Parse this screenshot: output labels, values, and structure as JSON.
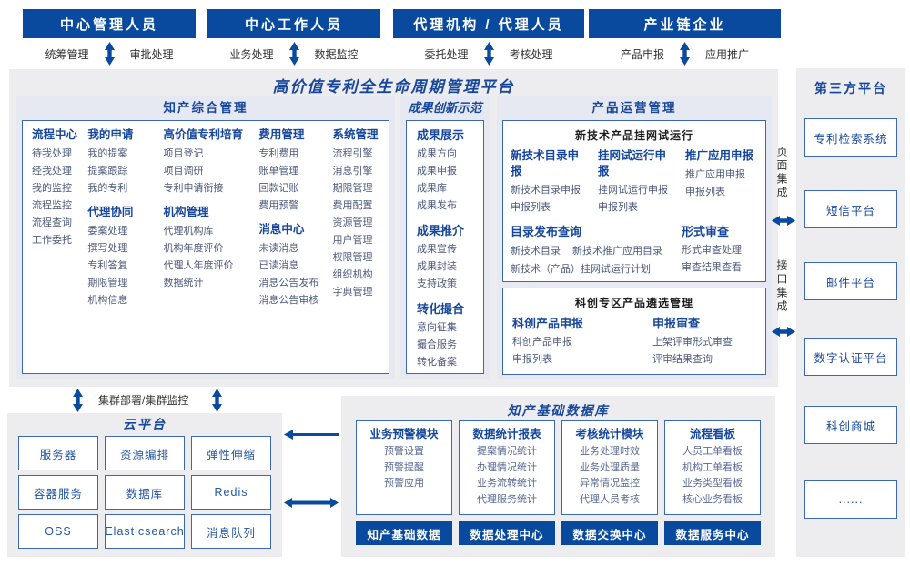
{
  "colors": {
    "primary_blue": "#0a4a9e",
    "heading_blue": "#17479c",
    "item_text": "#4d5b7c",
    "box_border": "#3b69b1",
    "panel_bg": "#e7e9f2",
    "outer_bg": "#ededef"
  },
  "top_actors": [
    {
      "label": "中心管理人员",
      "left": "统筹管理",
      "right": "审批处理"
    },
    {
      "label": "中心工作人员",
      "left": "业务处理",
      "right": "数据监控"
    },
    {
      "label": "代理机构 / 代理人员",
      "left": "委托处理",
      "right": "考核处理"
    },
    {
      "label": "产业链企业",
      "left": "产品申报",
      "right": "应用推广"
    }
  ],
  "platform": {
    "title": "高价值专利全生命周期管理平台",
    "ip": {
      "title": "知产综合管理",
      "columns": [
        {
          "blocks": [
            {
              "header": "流程中心",
              "items": [
                "待我处理",
                "经我处理",
                "我的监控",
                "流程监控",
                "流程查询",
                "工作委托"
              ]
            }
          ]
        },
        {
          "blocks": [
            {
              "header": "我的申请",
              "items": [
                "我的提案",
                "提案跟踪",
                "我的专利"
              ]
            },
            {
              "header": "代理协同",
              "items": [
                "委案处理",
                "撰写处理",
                "专利答复",
                "期限管理",
                "机构信息"
              ]
            }
          ]
        },
        {
          "blocks": [
            {
              "header": "高价值专利培育",
              "items": [
                "项目登记",
                "项目调研",
                "专利申请衔接"
              ]
            },
            {
              "header": "机构管理",
              "items": [
                "代理机构库",
                "机构年度评价",
                "代理人年度评价",
                "数据统计"
              ]
            }
          ]
        },
        {
          "blocks": [
            {
              "header": "费用管理",
              "items": [
                "专利费用",
                "账单管理",
                "回款记账",
                "费用预警"
              ]
            },
            {
              "header": "消息中心",
              "items": [
                "未读消息",
                "已读消息",
                "消息公告发布",
                "消息公告审核"
              ]
            }
          ]
        },
        {
          "blocks": [
            {
              "header": "系统管理",
              "items": [
                "流程引擎",
                "消息引擎",
                "期限管理",
                "费用配置",
                "资源管理",
                "用户管理",
                "权限管理",
                "组织机构",
                "字典管理"
              ]
            }
          ]
        }
      ]
    },
    "achievement": {
      "title": "成果创新示范",
      "blocks": [
        {
          "header": "成果展示",
          "items": [
            "成果方向",
            "成果申报",
            "成果库",
            "成果发布"
          ]
        },
        {
          "header": "成果推介",
          "items": [
            "成果宣传",
            "成果封装",
            "支持政策"
          ]
        },
        {
          "header": "转化撮合",
          "items": [
            "意向征集",
            "撮合服务",
            "转化备案"
          ]
        }
      ]
    },
    "ops": {
      "title": "产品运营管理",
      "box1": {
        "title": "新技术产品挂网试运行",
        "cols": [
          {
            "header": "新技术目录申报",
            "items": [
              "新技术目录申报",
              "申报列表"
            ]
          },
          {
            "header": "挂网试运行申报",
            "items": [
              "挂网试运行申报",
              "申报列表"
            ]
          },
          {
            "header": "推广应用申报",
            "items": [
              "推广应用申报",
              "申报列表"
            ]
          }
        ],
        "catalog": {
          "header": "目录发布查询",
          "items": [
            "新技术目录",
            "新技术推广应用目录",
            "新技术（产品）挂网试运行计划"
          ]
        },
        "review": {
          "header": "形式审查",
          "items": [
            "形式审查处理",
            "审查结果查看"
          ]
        }
      },
      "box2": {
        "title": "科创专区产品遴选管理",
        "cols": [
          {
            "header": "科创产品申报",
            "items": [
              "科创产品申报",
              "申报列表"
            ]
          },
          {
            "header": "申报审查",
            "items": [
              "上架评审形式审查",
              "评审结果查询"
            ]
          }
        ]
      }
    }
  },
  "integration": {
    "page_label": "页面集成",
    "api_label": "接口集成"
  },
  "third_party": {
    "title": "第三方平台",
    "items": [
      "专利检索系统",
      "短信平台",
      "邮件平台",
      "数字认证平台",
      "科创商城",
      "......"
    ]
  },
  "cluster_label": "集群部署/集群监控",
  "cloud": {
    "title": "云平台",
    "items": [
      "服务器",
      "资源编排",
      "弹性伸缩",
      "容器服务",
      "数据库",
      "Redis",
      "OSS",
      "Elasticsearch",
      "消息队列"
    ]
  },
  "warehouse": {
    "title": "知产基础数据库",
    "modules": [
      {
        "header": "业务预警模块",
        "items": [
          "预警设置",
          "预警提醒",
          "预警应用"
        ],
        "footer": "知产基础数据"
      },
      {
        "header": "数据统计报表",
        "items": [
          "提案情况统计",
          "办理情况统计",
          "业务流转统计",
          "代理服务统计"
        ],
        "footer": "数据处理中心"
      },
      {
        "header": "考核统计模块",
        "items": [
          "业务处理时效",
          "业务处理质量",
          "异常情况监控",
          "代理人员考核"
        ],
        "footer": "数据交换中心"
      },
      {
        "header": "流程看板",
        "items": [
          "人员工单看板",
          "机构工单看板",
          "业务类型看板",
          "核心业务看板"
        ],
        "footer": "数据服务中心"
      }
    ]
  }
}
